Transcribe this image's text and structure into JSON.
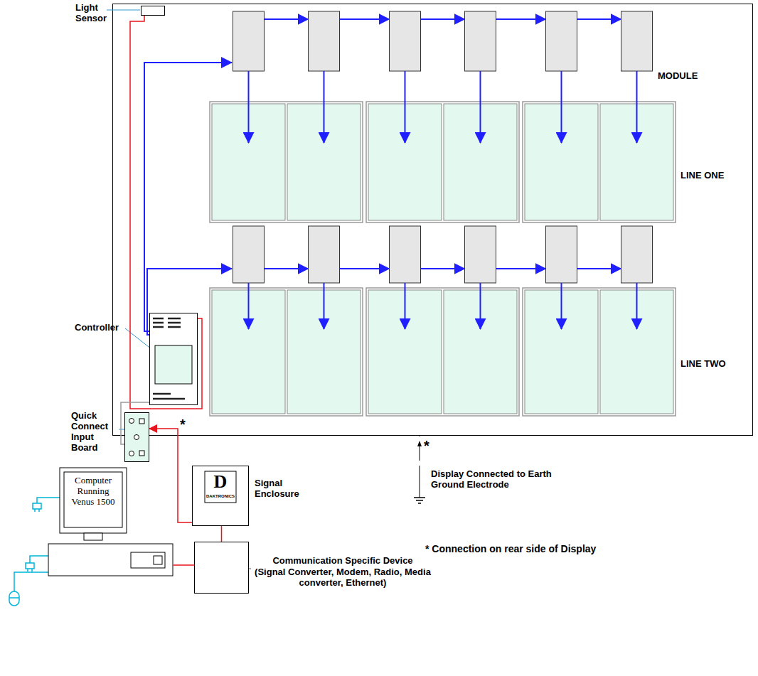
{
  "diagram": {
    "nodes": [
      {
        "text": [
          "Light Sensor"
        ]
      },
      {
        "text": [
          "Controller"
        ]
      },
      {
        "text": [
          "Quick Connect Input Board"
        ]
      },
      {
        "text": [
          "D",
          "DAKTRONICS",
          "Signal Enclosure"
        ]
      },
      {
        "text": [
          "Computer Running Venus 1500"
        ]
      },
      {
        "text": [
          "Communication Specific Device",
          "(Signal Converter, Modem, Radio, Media converter, Ethernet)"
        ]
      }
    ],
    "edges": [
      {
        "from": 0,
        "to": 1,
        "arrow": "none"
      },
      {
        "from": 1,
        "to": 2,
        "arrow": "none"
      },
      {
        "from": 3,
        "to": 2,
        "arrow": "to"
      },
      {
        "from": 5,
        "to": 3,
        "arrow": "none"
      },
      {
        "from": 4,
        "to": 5,
        "arrow": "none"
      }
    ],
    "labels": [
      "MODULE",
      "LINE ONE",
      "LINE TWO",
      "*",
      "*",
      "Display Connected to Earth Ground Electrode",
      "* Connection on rear side of Display"
    ]
  }
}
